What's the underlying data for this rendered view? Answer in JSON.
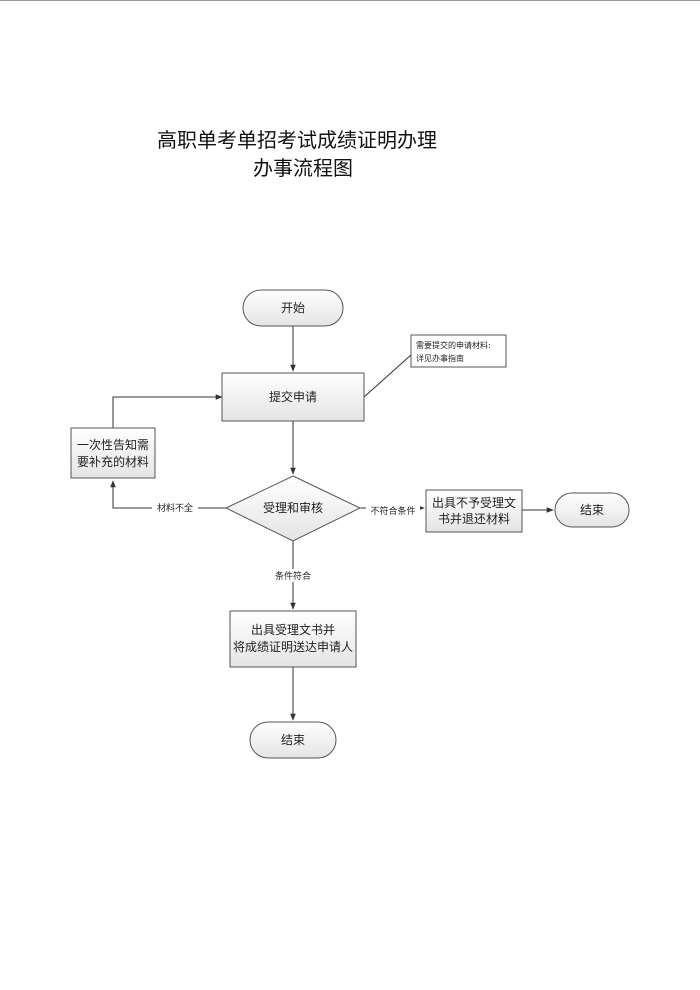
{
  "title": {
    "line1": "高职单考单招考试成绩证明办理",
    "line2": "办事流程图"
  },
  "nodes": {
    "start": "开始",
    "submit": "提交申请",
    "review": "受理和审核",
    "notify": [
      "一次性告知需",
      "要补充的材料"
    ],
    "reject": [
      "出具不予受理文",
      "书并退还材料"
    ],
    "end_right": "结束",
    "accept": [
      "出具受理文书并",
      "将成绩证明送达申请人"
    ],
    "end_bottom": "结束"
  },
  "edges": {
    "incomplete": "材料不全",
    "not_met": "不符合条件",
    "met": "条件符合"
  },
  "note": [
    "需要提交的申请材料:",
    "详见办事指南"
  ],
  "colors": {
    "box_top": "#ffffff",
    "box_bottom": "#e6e6e6",
    "stroke": "#555555",
    "line": "#333333"
  }
}
